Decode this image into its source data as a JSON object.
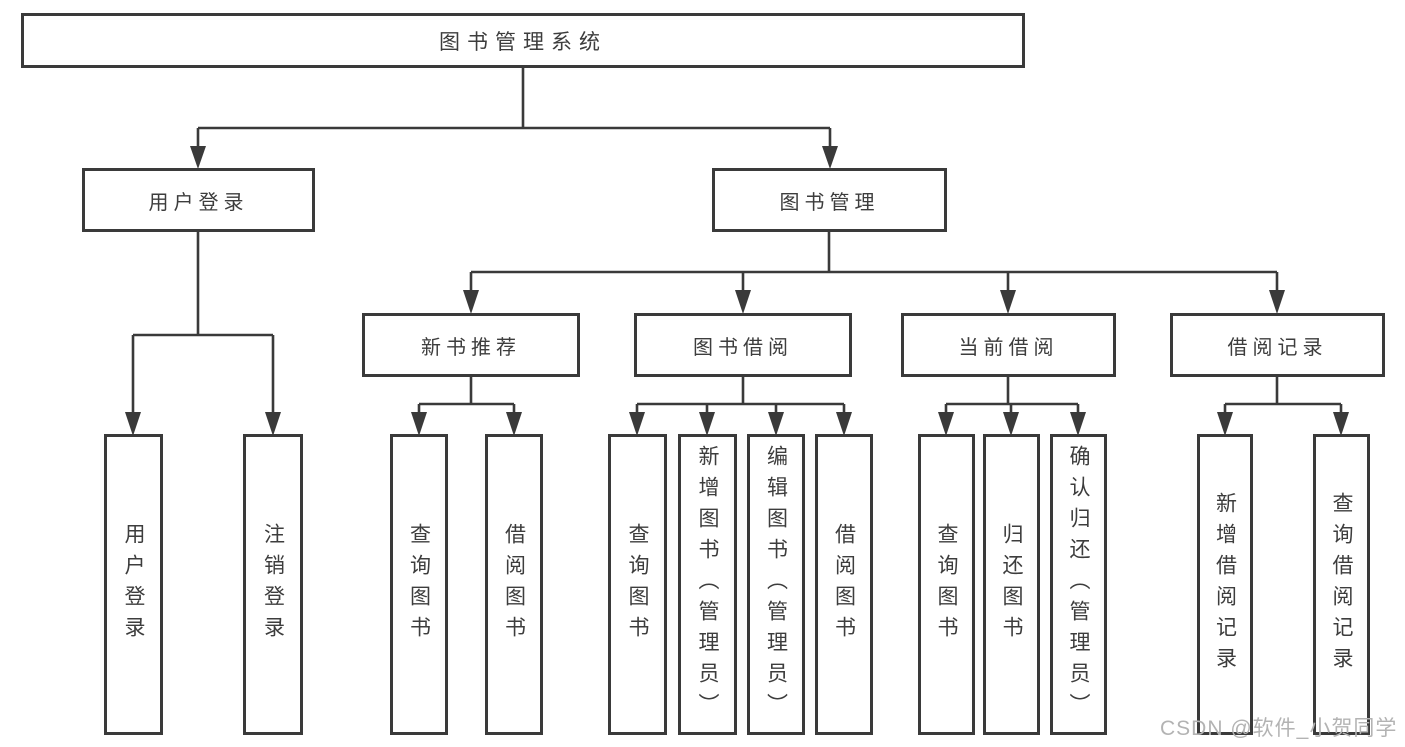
{
  "title": "图书管理系统",
  "tree": {
    "label": "图书管理系统",
    "children": [
      {
        "label": "用户登录",
        "children": [
          {
            "label": "用户登录"
          },
          {
            "label": "注销登录"
          }
        ]
      },
      {
        "label": "图书管理",
        "children": [
          {
            "label": "新书推荐",
            "children": [
              {
                "label": "查询图书"
              },
              {
                "label": "借阅图书"
              }
            ]
          },
          {
            "label": "图书借阅",
            "children": [
              {
                "label": "查询图书"
              },
              {
                "label": "新增图书（管理员）"
              },
              {
                "label": "编辑图书（管理员）"
              },
              {
                "label": "借阅图书"
              }
            ]
          },
          {
            "label": "当前借阅",
            "children": [
              {
                "label": "查询图书"
              },
              {
                "label": "归还图书"
              },
              {
                "label": "确认归还（管理员）"
              }
            ]
          },
          {
            "label": "借阅记录",
            "children": [
              {
                "label": "新增借阅记录"
              },
              {
                "label": "查询借阅记录"
              }
            ]
          }
        ]
      }
    ]
  },
  "watermark": "CSDN @软件_小贺同学",
  "colors": {
    "line": "#3a3a3a",
    "text": "#3d3d3d",
    "box_fill": "#ffffff",
    "watermark": "#b3b3b3",
    "background": "#ffffff"
  }
}
